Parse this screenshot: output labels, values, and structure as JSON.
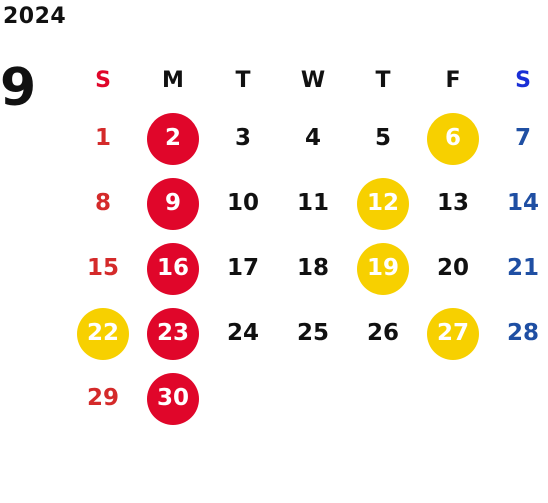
{
  "calendar": {
    "year": "2024",
    "month": "9",
    "weekdays": [
      "S",
      "M",
      "T",
      "W",
      "T",
      "F",
      "S"
    ],
    "weeks": [
      [
        {
          "day": "1",
          "color": "#d42a2a",
          "mark": ""
        },
        {
          "day": "2",
          "color": "#ffffff",
          "mark": "#e0062a"
        },
        {
          "day": "3",
          "color": "#111111",
          "mark": ""
        },
        {
          "day": "4",
          "color": "#111111",
          "mark": ""
        },
        {
          "day": "5",
          "color": "#111111",
          "mark": ""
        },
        {
          "day": "6",
          "color": "#ffffff",
          "mark": "#f7d000"
        },
        {
          "day": "7",
          "color": "#1f4fa3",
          "mark": ""
        }
      ],
      [
        {
          "day": "8",
          "color": "#d42a2a",
          "mark": ""
        },
        {
          "day": "9",
          "color": "#ffffff",
          "mark": "#e0062a"
        },
        {
          "day": "10",
          "color": "#111111",
          "mark": ""
        },
        {
          "day": "11",
          "color": "#111111",
          "mark": ""
        },
        {
          "day": "12",
          "color": "#ffffff",
          "mark": "#f7d000"
        },
        {
          "day": "13",
          "color": "#111111",
          "mark": ""
        },
        {
          "day": "14",
          "color": "#1f4fa3",
          "mark": ""
        }
      ],
      [
        {
          "day": "15",
          "color": "#d42a2a",
          "mark": ""
        },
        {
          "day": "16",
          "color": "#ffffff",
          "mark": "#e0062a"
        },
        {
          "day": "17",
          "color": "#111111",
          "mark": ""
        },
        {
          "day": "18",
          "color": "#111111",
          "mark": ""
        },
        {
          "day": "19",
          "color": "#ffffff",
          "mark": "#f7d000"
        },
        {
          "day": "20",
          "color": "#111111",
          "mark": ""
        },
        {
          "day": "21",
          "color": "#1f4fa3",
          "mark": ""
        }
      ],
      [
        {
          "day": "22",
          "color": "#ffffff",
          "mark": "#f7d000"
        },
        {
          "day": "23",
          "color": "#ffffff",
          "mark": "#e0062a"
        },
        {
          "day": "24",
          "color": "#111111",
          "mark": ""
        },
        {
          "day": "25",
          "color": "#111111",
          "mark": ""
        },
        {
          "day": "26",
          "color": "#111111",
          "mark": ""
        },
        {
          "day": "27",
          "color": "#ffffff",
          "mark": "#f7d000"
        },
        {
          "day": "28",
          "color": "#1f4fa3",
          "mark": ""
        }
      ],
      [
        {
          "day": "29",
          "color": "#d42a2a",
          "mark": ""
        },
        {
          "day": "30",
          "color": "#ffffff",
          "mark": "#e0062a"
        },
        {
          "day": "",
          "color": "#111111",
          "mark": ""
        },
        {
          "day": "",
          "color": "#111111",
          "mark": ""
        },
        {
          "day": "",
          "color": "#111111",
          "mark": ""
        },
        {
          "day": "",
          "color": "#111111",
          "mark": ""
        },
        {
          "day": "",
          "color": "#111111",
          "mark": ""
        }
      ]
    ]
  },
  "colors": {
    "sunday": "#e0062a",
    "saturday": "#1a2fd6",
    "weekday": "#111111",
    "red_mark": "#e0062a",
    "yellow_mark": "#f7d000"
  }
}
